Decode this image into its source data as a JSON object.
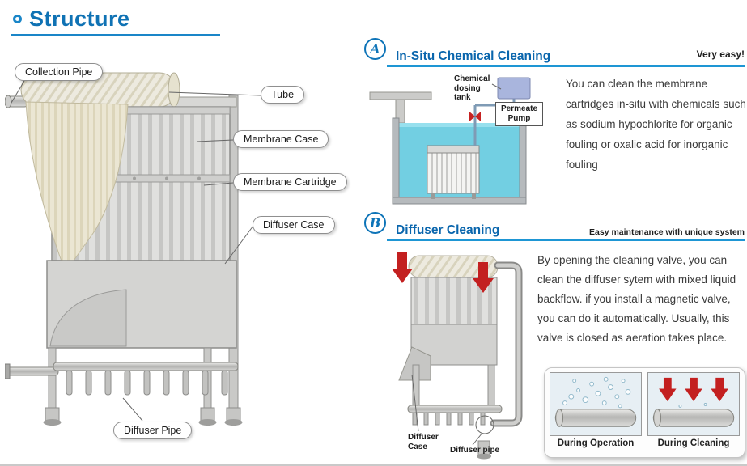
{
  "page": {
    "title": "Structure"
  },
  "main_diagram": {
    "callouts": [
      {
        "text": "Collection Pipe"
      },
      {
        "text": "Tube"
      },
      {
        "text": "Membrane Case"
      },
      {
        "text": "Membrane Cartridge"
      },
      {
        "text": "Diffuser Case"
      },
      {
        "text": "Diffuser Pipe"
      }
    ]
  },
  "section_a": {
    "badge": "A",
    "title": "In-Situ Chemical Cleaning",
    "tagline": "Very easy!",
    "diagram": {
      "dosing_tank_label": "Chemical\ndosing\ntank",
      "pump_label": "Permeate\nPump"
    },
    "body": "You can clean the membrane cartridges in-situ with chemicals such as sodium hypochlorite for organic fouling or oxalic acid for inorganic fouling"
  },
  "section_b": {
    "badge": "B",
    "title": "Diffuser Cleaning",
    "tagline": "Easy maintenance with unique system",
    "diagram": {
      "case_label": "Diffuser\nCase",
      "pipe_label": "Diffuser pipe"
    },
    "body": "By opening the cleaning valve, you can clean the diffuser sytem with mixed liquid backflow. if you install a magnetic valve, you can do it automatically. Usually, this valve is closed as aeration takes place.",
    "thumbnails": [
      {
        "caption": "During Operation"
      },
      {
        "caption": "During Cleaning"
      }
    ]
  },
  "colors": {
    "accent_blue": "#0e74b8",
    "underline_blue": "#1e96d4",
    "water_cyan": "#72cfe2",
    "arrow_red": "#c32020"
  }
}
